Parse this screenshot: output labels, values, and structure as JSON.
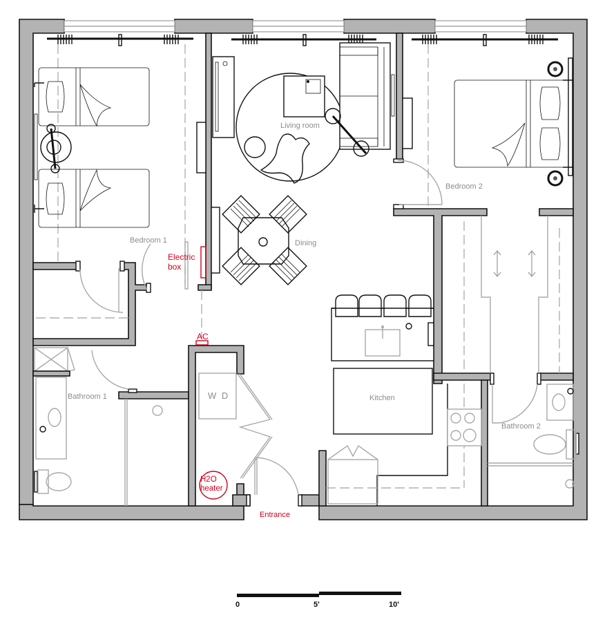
{
  "plan": {
    "rooms": [
      {
        "id": "bedroom-1",
        "label": "Bedroom 1"
      },
      {
        "id": "living-room",
        "label": "Living room"
      },
      {
        "id": "bedroom-2",
        "label": "Bedroom 2"
      },
      {
        "id": "dining",
        "label": "Dining"
      },
      {
        "id": "bathroom-1",
        "label": "Bathroom 1"
      },
      {
        "id": "kitchen",
        "label": "Kitchen"
      },
      {
        "id": "bathroom-2",
        "label": "Bathroom 2"
      }
    ],
    "fixtures": {
      "washer_dryer": "W D",
      "electric_box_line1": "Electric",
      "electric_box_line2": "box",
      "ac": "AC",
      "h2o_heater_line1": "H2O",
      "h2o_heater_line2": "heater",
      "entrance": "Entrance"
    },
    "colors": {
      "wall_fill": "#b3b3b3",
      "wall_outline": "#111111",
      "furniture_gray": "#a8a8a8",
      "annotation_red": "#d0021b",
      "room_label": "#8c8c8c"
    }
  },
  "scale_bar": {
    "ticks": [
      "0",
      "5'",
      "10'"
    ],
    "unit": "feet"
  }
}
